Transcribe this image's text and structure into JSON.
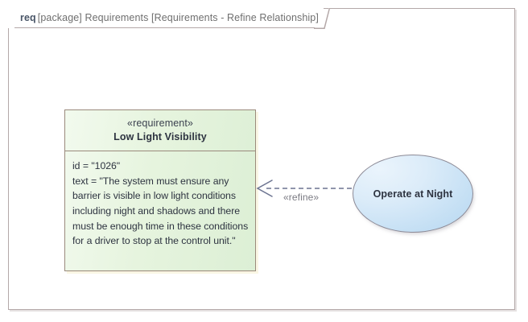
{
  "frame": {
    "kind": "req",
    "title": "[package] Requirements [Requirements - Refine Relationship]",
    "border_color": "#b4a8a8",
    "background": "#ffffff"
  },
  "requirement": {
    "stereotype": "«requirement»",
    "name": "Low Light Visibility",
    "properties": [
      {
        "label": "id",
        "value": "id = \"1026\""
      },
      {
        "label": "text",
        "value": "text = \"The system must ensure any barrier is visible in low light conditions including night and shadows and there must be enough time in these conditions for a driver to stop at the control unit.\""
      }
    ],
    "fill_color": "#e6f4de",
    "border_color": "#9a8a7c",
    "shadow_color": "#faf6e4"
  },
  "use_case": {
    "name": "Operate at Night",
    "fill_color": "#c4dff4",
    "border_color": "#8c8a96"
  },
  "relationship": {
    "stereotype": "«refine»",
    "style": "dashed",
    "arrow": "open",
    "direction": "use-case-to-requirement",
    "line_color": "#6b7390",
    "label_color": "#7a7a82"
  }
}
